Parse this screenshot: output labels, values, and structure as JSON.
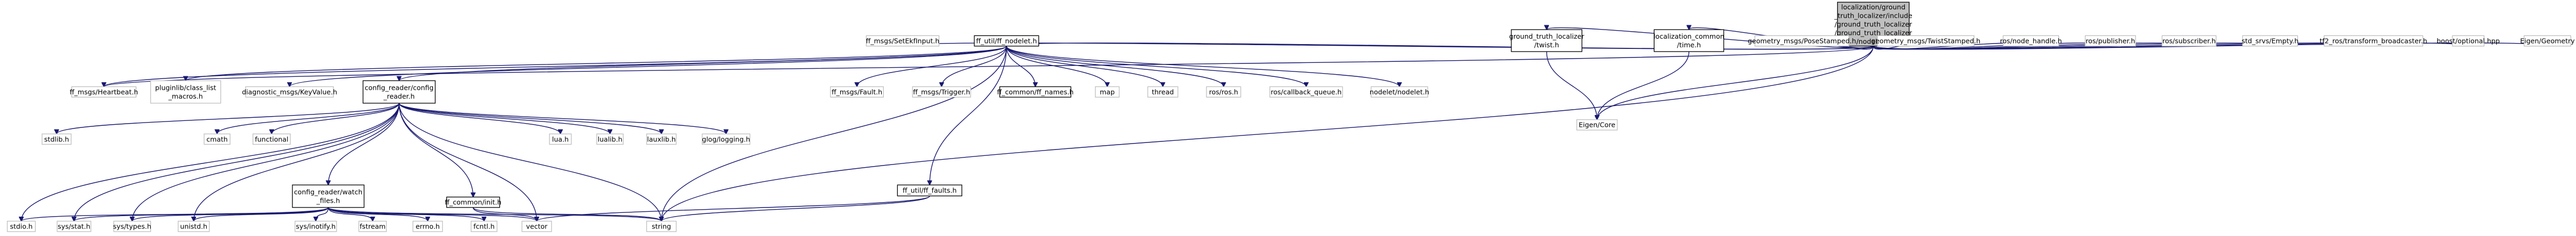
{
  "colors": {
    "edge": "#191970",
    "root_fill": "#bfbfbf",
    "node_fill": "#ffffff",
    "node_border_plain": "#bfbfbf",
    "node_border_linked": "#000000"
  },
  "nodes": [
    {
      "id": "root",
      "kind": "root",
      "lines": [
        "localization/ground",
        "_truth_localizer/include",
        "/ground_truth_localizer",
        "/ground_truth_localizer",
        "/nodelet.h"
      ]
    },
    {
      "id": "setekfinput",
      "kind": "plain",
      "lines": [
        "ff_msgs/SetEkfInput.h"
      ]
    },
    {
      "id": "ffnodelet",
      "kind": "linked",
      "lines": [
        "ff_util/ff_nodelet.h"
      ]
    },
    {
      "id": "gt_twist",
      "kind": "linked",
      "lines": [
        "ground_truth_localizer",
        "/twist.h"
      ]
    },
    {
      "id": "loc_time",
      "kind": "linked",
      "lines": [
        "localization_common",
        "/time.h"
      ]
    },
    {
      "id": "posestamped",
      "kind": "plain",
      "lines": [
        "geometry_msgs/PoseStamped.h"
      ]
    },
    {
      "id": "twiststamped",
      "kind": "plain",
      "lines": [
        "geometry_msgs/TwistStamped.h"
      ]
    },
    {
      "id": "nodehandle",
      "kind": "plain",
      "lines": [
        "ros/node_handle.h"
      ]
    },
    {
      "id": "publisher",
      "kind": "plain",
      "lines": [
        "ros/publisher.h"
      ]
    },
    {
      "id": "subscriber",
      "kind": "plain",
      "lines": [
        "ros/subscriber.h"
      ]
    },
    {
      "id": "empty",
      "kind": "plain",
      "lines": [
        "std_srvs/Empty.h"
      ]
    },
    {
      "id": "tf2broadcaster",
      "kind": "plain",
      "lines": [
        "tf2_ros/transform_broadcaster.h"
      ]
    },
    {
      "id": "boostoptional",
      "kind": "plain",
      "lines": [
        "boost/optional.hpp"
      ]
    },
    {
      "id": "eigengeometry",
      "kind": "plain",
      "lines": [
        "Eigen/Geometry"
      ]
    },
    {
      "id": "heartbeat",
      "kind": "plain",
      "lines": [
        "ff_msgs/Heartbeat.h"
      ]
    },
    {
      "id": "pluginlib",
      "kind": "plain",
      "lines": [
        "pluginlib/class_list",
        "_macros.h"
      ]
    },
    {
      "id": "keyvalue",
      "kind": "plain",
      "lines": [
        "diagnostic_msgs/KeyValue.h"
      ]
    },
    {
      "id": "configreader",
      "kind": "linked",
      "lines": [
        "config_reader/config",
        "_reader.h"
      ]
    },
    {
      "id": "fault",
      "kind": "plain",
      "lines": [
        "ff_msgs/Fault.h"
      ]
    },
    {
      "id": "trigger",
      "kind": "plain",
      "lines": [
        "ff_msgs/Trigger.h"
      ]
    },
    {
      "id": "ffnames",
      "kind": "linked",
      "lines": [
        "ff_common/ff_names.h"
      ]
    },
    {
      "id": "map",
      "kind": "plain",
      "lines": [
        "map"
      ]
    },
    {
      "id": "thread",
      "kind": "plain",
      "lines": [
        "thread"
      ]
    },
    {
      "id": "rosros",
      "kind": "plain",
      "lines": [
        "ros/ros.h"
      ]
    },
    {
      "id": "callbackqueue",
      "kind": "plain",
      "lines": [
        "ros/callback_queue.h"
      ]
    },
    {
      "id": "nodeletnodelet",
      "kind": "plain",
      "lines": [
        "nodelet/nodelet.h"
      ]
    },
    {
      "id": "eigencore",
      "kind": "plain",
      "lines": [
        "Eigen/Core"
      ]
    },
    {
      "id": "stdlib",
      "kind": "plain",
      "lines": [
        "stdlib.h"
      ]
    },
    {
      "id": "cmath",
      "kind": "plain",
      "lines": [
        "cmath"
      ]
    },
    {
      "id": "functional",
      "kind": "plain",
      "lines": [
        "functional"
      ]
    },
    {
      "id": "watchfiles",
      "kind": "linked",
      "lines": [
        "config_reader/watch",
        "_files.h"
      ]
    },
    {
      "id": "ffinit",
      "kind": "linked",
      "lines": [
        "ff_common/init.h"
      ]
    },
    {
      "id": "lua",
      "kind": "plain",
      "lines": [
        "lua.h"
      ]
    },
    {
      "id": "lualib",
      "kind": "plain",
      "lines": [
        "lualib.h"
      ]
    },
    {
      "id": "lauxlib",
      "kind": "plain",
      "lines": [
        "lauxlib.h"
      ]
    },
    {
      "id": "glog",
      "kind": "plain",
      "lines": [
        "glog/logging.h"
      ]
    },
    {
      "id": "fffaults",
      "kind": "linked",
      "lines": [
        "ff_util/ff_faults.h"
      ]
    },
    {
      "id": "stdio",
      "kind": "plain",
      "lines": [
        "stdio.h"
      ]
    },
    {
      "id": "sysstat",
      "kind": "plain",
      "lines": [
        "sys/stat.h"
      ]
    },
    {
      "id": "systypes",
      "kind": "plain",
      "lines": [
        "sys/types.h"
      ]
    },
    {
      "id": "unistd",
      "kind": "plain",
      "lines": [
        "unistd.h"
      ]
    },
    {
      "id": "inotify",
      "kind": "plain",
      "lines": [
        "sys/inotify.h"
      ]
    },
    {
      "id": "fstream",
      "kind": "plain",
      "lines": [
        "fstream"
      ]
    },
    {
      "id": "errno",
      "kind": "plain",
      "lines": [
        "errno.h"
      ]
    },
    {
      "id": "fcntl",
      "kind": "plain",
      "lines": [
        "fcntl.h"
      ]
    },
    {
      "id": "vector",
      "kind": "plain",
      "lines": [
        "vector"
      ]
    },
    {
      "id": "string",
      "kind": "plain",
      "lines": [
        "string"
      ]
    }
  ],
  "edges": [
    [
      "root",
      "setekfinput"
    ],
    [
      "root",
      "ffnodelet"
    ],
    [
      "root",
      "gt_twist"
    ],
    [
      "root",
      "loc_time"
    ],
    [
      "root",
      "posestamped"
    ],
    [
      "root",
      "twiststamped"
    ],
    [
      "root",
      "nodehandle"
    ],
    [
      "root",
      "publisher"
    ],
    [
      "root",
      "subscriber"
    ],
    [
      "root",
      "empty"
    ],
    [
      "root",
      "tf2broadcaster"
    ],
    [
      "root",
      "boostoptional"
    ],
    [
      "root",
      "eigengeometry"
    ],
    [
      "root",
      "heartbeat"
    ],
    [
      "root",
      "eigencore"
    ],
    [
      "root",
      "string"
    ],
    [
      "ffnodelet",
      "heartbeat"
    ],
    [
      "ffnodelet",
      "pluginlib"
    ],
    [
      "ffnodelet",
      "keyvalue"
    ],
    [
      "ffnodelet",
      "configreader"
    ],
    [
      "ffnodelet",
      "fault"
    ],
    [
      "ffnodelet",
      "trigger"
    ],
    [
      "ffnodelet",
      "ffnames"
    ],
    [
      "ffnodelet",
      "map"
    ],
    [
      "ffnodelet",
      "thread"
    ],
    [
      "ffnodelet",
      "rosros"
    ],
    [
      "ffnodelet",
      "callbackqueue"
    ],
    [
      "ffnodelet",
      "nodeletnodelet"
    ],
    [
      "ffnodelet",
      "fffaults"
    ],
    [
      "ffnodelet",
      "string"
    ],
    [
      "gt_twist",
      "eigencore"
    ],
    [
      "loc_time",
      "eigencore"
    ],
    [
      "configreader",
      "stdlib"
    ],
    [
      "configreader",
      "cmath"
    ],
    [
      "configreader",
      "functional"
    ],
    [
      "configreader",
      "watchfiles"
    ],
    [
      "configreader",
      "ffinit"
    ],
    [
      "configreader",
      "lua"
    ],
    [
      "configreader",
      "lualib"
    ],
    [
      "configreader",
      "lauxlib"
    ],
    [
      "configreader",
      "glog"
    ],
    [
      "configreader",
      "stdio"
    ],
    [
      "configreader",
      "sysstat"
    ],
    [
      "configreader",
      "systypes"
    ],
    [
      "configreader",
      "unistd"
    ],
    [
      "configreader",
      "vector"
    ],
    [
      "configreader",
      "string"
    ],
    [
      "watchfiles",
      "stdio"
    ],
    [
      "watchfiles",
      "sysstat"
    ],
    [
      "watchfiles",
      "systypes"
    ],
    [
      "watchfiles",
      "unistd"
    ],
    [
      "watchfiles",
      "inotify"
    ],
    [
      "watchfiles",
      "fstream"
    ],
    [
      "watchfiles",
      "errno"
    ],
    [
      "watchfiles",
      "fcntl"
    ],
    [
      "watchfiles",
      "vector"
    ],
    [
      "watchfiles",
      "string"
    ],
    [
      "ffinit",
      "vector"
    ],
    [
      "ffinit",
      "string"
    ],
    [
      "fffaults",
      "vector"
    ],
    [
      "fffaults",
      "string"
    ]
  ]
}
